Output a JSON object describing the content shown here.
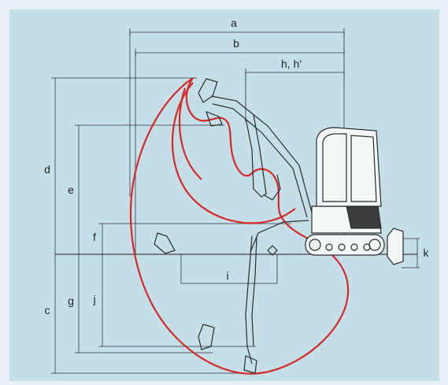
{
  "diagram": {
    "labels": {
      "a": "a",
      "b": "b",
      "h": "h, h'",
      "d": "d",
      "e": "e",
      "f": "f",
      "c": "c",
      "g": "g",
      "j": "j",
      "i": "i",
      "k": "k"
    },
    "colors": {
      "background": "#e6f0f5",
      "panel": "#c5dfe8",
      "envelope": "#d42a2a",
      "lines": "#333333"
    }
  }
}
